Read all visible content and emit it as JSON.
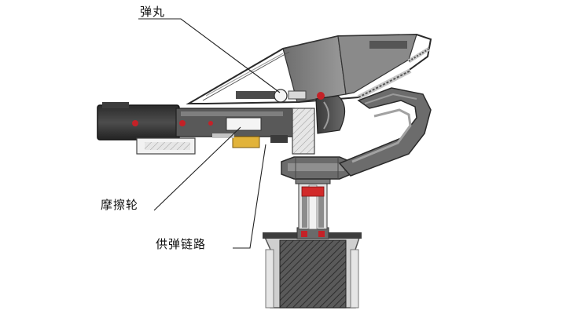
{
  "labels": {
    "pellet": "弹丸",
    "friction_wheel": "摩擦轮",
    "feed_path": "供弹链路"
  },
  "colors": {
    "dark_gray": "#4a4a4a",
    "mid_gray": "#7a7a7a",
    "light_gray": "#d6d6d6",
    "steel": "#a9a9a9",
    "red": "#c42127",
    "gold": "#e2b33a",
    "leader_line": "#222222"
  }
}
